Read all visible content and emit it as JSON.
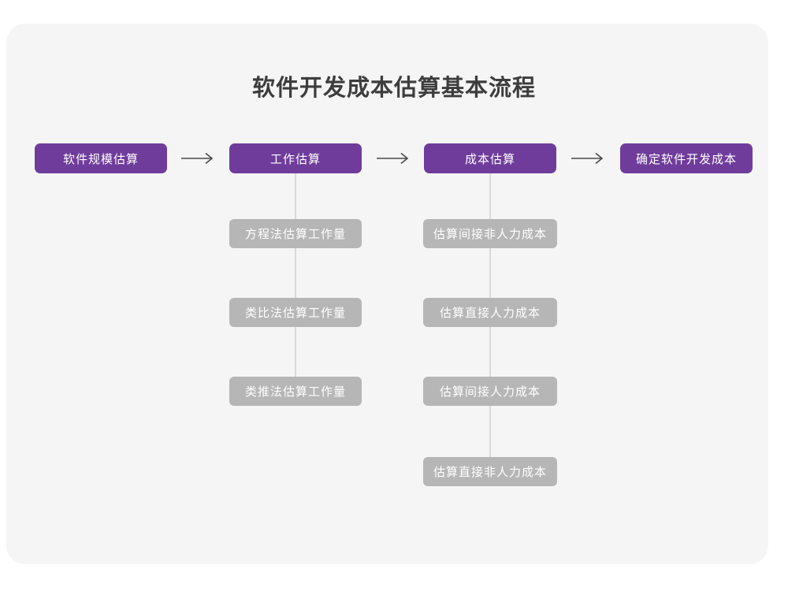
{
  "diagram": {
    "title": "软件开发成本估算基本流程",
    "colors": {
      "background": "#ffffff",
      "card": "#f5f5f5",
      "primary": "#6f3c9c",
      "secondary": "#b6b6b6",
      "connector": "#d9d9d9",
      "title_text": "#3d3d3d",
      "node_text": "#ffffff",
      "arrow": "#4a4a4a"
    },
    "arrow_glyph": "long-right-arrow",
    "stages": [
      {
        "id": "stage-1",
        "label": "软件规模估算",
        "children": []
      },
      {
        "id": "stage-2",
        "label": "工作估算",
        "children": [
          "方程法估算工作量",
          "类比法估算工作量",
          "类推法估算工作量"
        ]
      },
      {
        "id": "stage-3",
        "label": "成本估算",
        "children": [
          "估算间接非人力成本",
          "估算直接人力成本",
          "估算间接人力成本",
          "估算直接非人力成本"
        ]
      },
      {
        "id": "stage-4",
        "label": "确定软件开发成本",
        "children": []
      }
    ],
    "arrows": [
      {
        "id": "arrow-1",
        "from": "stage-1",
        "to": "stage-2"
      },
      {
        "id": "arrow-2",
        "from": "stage-2",
        "to": "stage-3"
      },
      {
        "id": "arrow-3",
        "from": "stage-3",
        "to": "stage-4"
      }
    ]
  }
}
